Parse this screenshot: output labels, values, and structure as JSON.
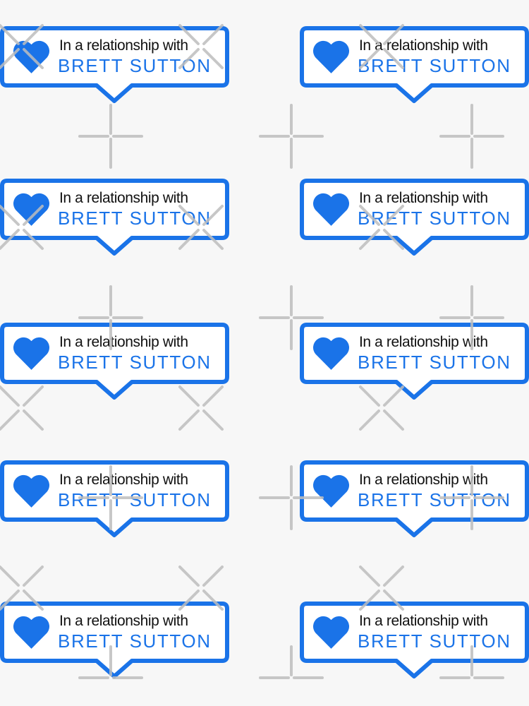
{
  "sticker": {
    "line1": "In a relationship with",
    "line2": "BRETT SUTTON",
    "icon": "heart-icon",
    "accent_color": "#1a73e8",
    "text_color": "#111111",
    "fill_color": "#ffffff"
  },
  "layout": {
    "columns": 2,
    "rows": 5,
    "count": 10
  },
  "stickers": [
    {
      "line1": "In a relationship with",
      "line2": "BRETT SUTTON"
    },
    {
      "line1": "In a relationship with",
      "line2": "BRETT SUTTON"
    },
    {
      "line1": "In a relationship with",
      "line2": "BRETT SUTTON"
    },
    {
      "line1": "In a relationship with",
      "line2": "BRETT SUTTON"
    },
    {
      "line1": "In a relationship with",
      "line2": "BRETT SUTTON"
    },
    {
      "line1": "In a relationship with",
      "line2": "BRETT SUTTON"
    },
    {
      "line1": "In a relationship with",
      "line2": "BRETT SUTTON"
    },
    {
      "line1": "In a relationship with",
      "line2": "BRETT SUTTON"
    },
    {
      "line1": "In a relationship with",
      "line2": "BRETT SUTTON"
    },
    {
      "line1": "In a relationship with",
      "line2": "BRETT SUTTON"
    }
  ],
  "background": {
    "color": "#f7f7f7",
    "watermark_color": "#bdbdbd",
    "watermark_pattern": "plus-and-x-crosses"
  }
}
